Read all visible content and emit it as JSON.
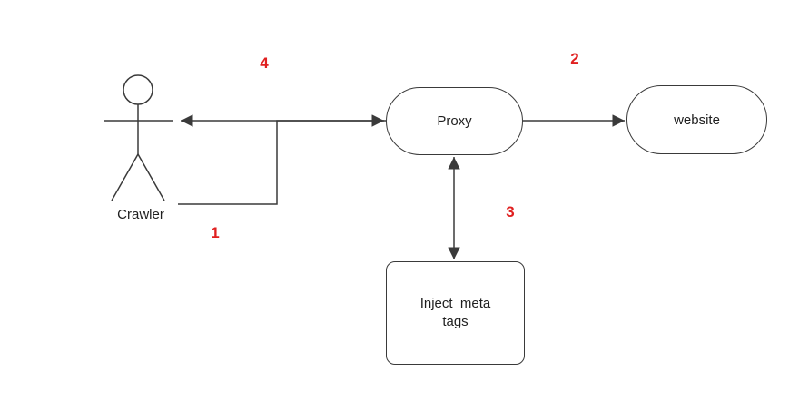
{
  "diagram": {
    "nodes": {
      "crawler": {
        "label": "Crawler"
      },
      "proxy": {
        "label": "Proxy"
      },
      "website": {
        "label": "website"
      },
      "inject_meta_tags": {
        "label_line1": "Inject  meta",
        "label_line2": "tags"
      }
    },
    "step_labels": {
      "step1": "1",
      "step2": "2",
      "step3": "3",
      "step4": "4"
    },
    "colors": {
      "shape_stroke": "#3A3A3A",
      "shape_fill": "#FFFFFF",
      "label_text": "#1F1F1F",
      "step_number": "#E02020"
    }
  }
}
